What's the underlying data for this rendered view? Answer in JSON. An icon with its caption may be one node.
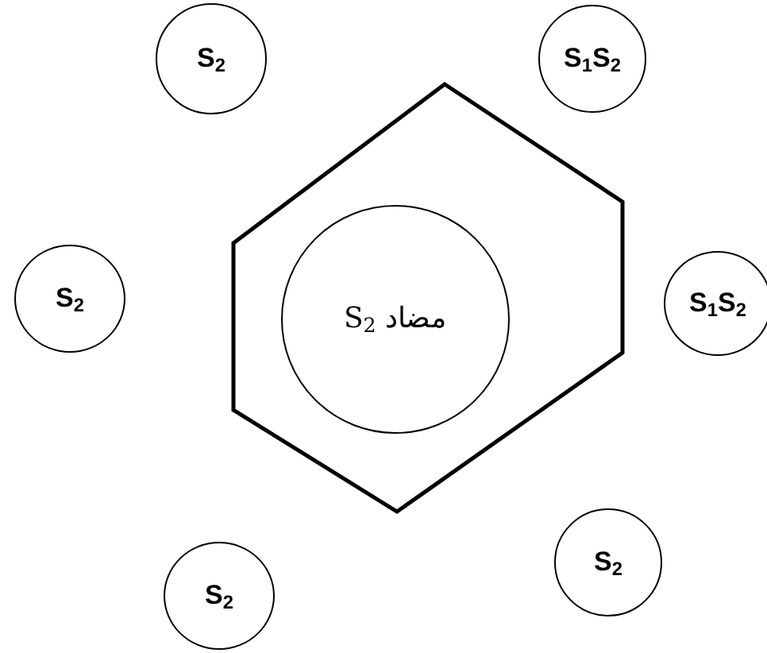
{
  "diagram": {
    "nodes": [
      {
        "text": [
          "S$_{2}$"
        ]
      },
      {
        "text": [
          "S$_{1}$S$_{2}$"
        ]
      },
      {
        "text": [],
        "shape": "hexagon"
      },
      {
        "text": [
          "S$_{2}$"
        ]
      },
      {
        "text": [
          "مضاد S$_{2}$"
        ],
        "in": 2
      },
      {
        "text": [
          "S$_{1}$S$_{2}$"
        ]
      },
      {
        "text": [
          "S$_{2}$"
        ]
      },
      {
        "text": [
          "S$_{2}$"
        ]
      }
    ]
  }
}
